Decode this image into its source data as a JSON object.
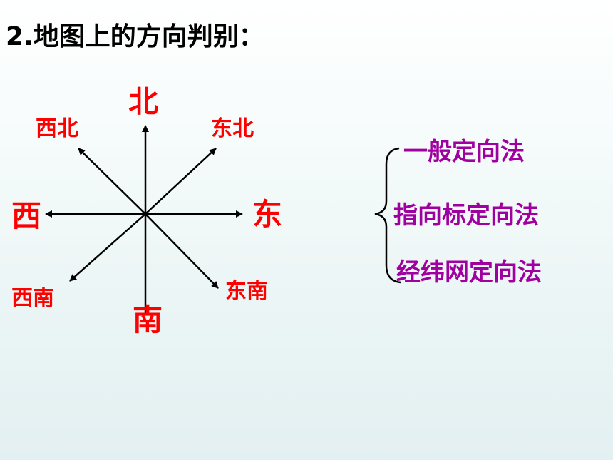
{
  "title": "2.地图上的方向判别：",
  "directions": {
    "north": "北",
    "south": "南",
    "east": "东",
    "west": "西",
    "northeast": "东北",
    "northwest": "西北",
    "southeast": "东南",
    "southwest": "西南"
  },
  "methods": [
    "一般定向法",
    "指向标定向法",
    "经纬网定向法"
  ],
  "colors": {
    "direction_text": "#ff0000",
    "method_text": "#a000a0",
    "arrows": "#000000"
  }
}
